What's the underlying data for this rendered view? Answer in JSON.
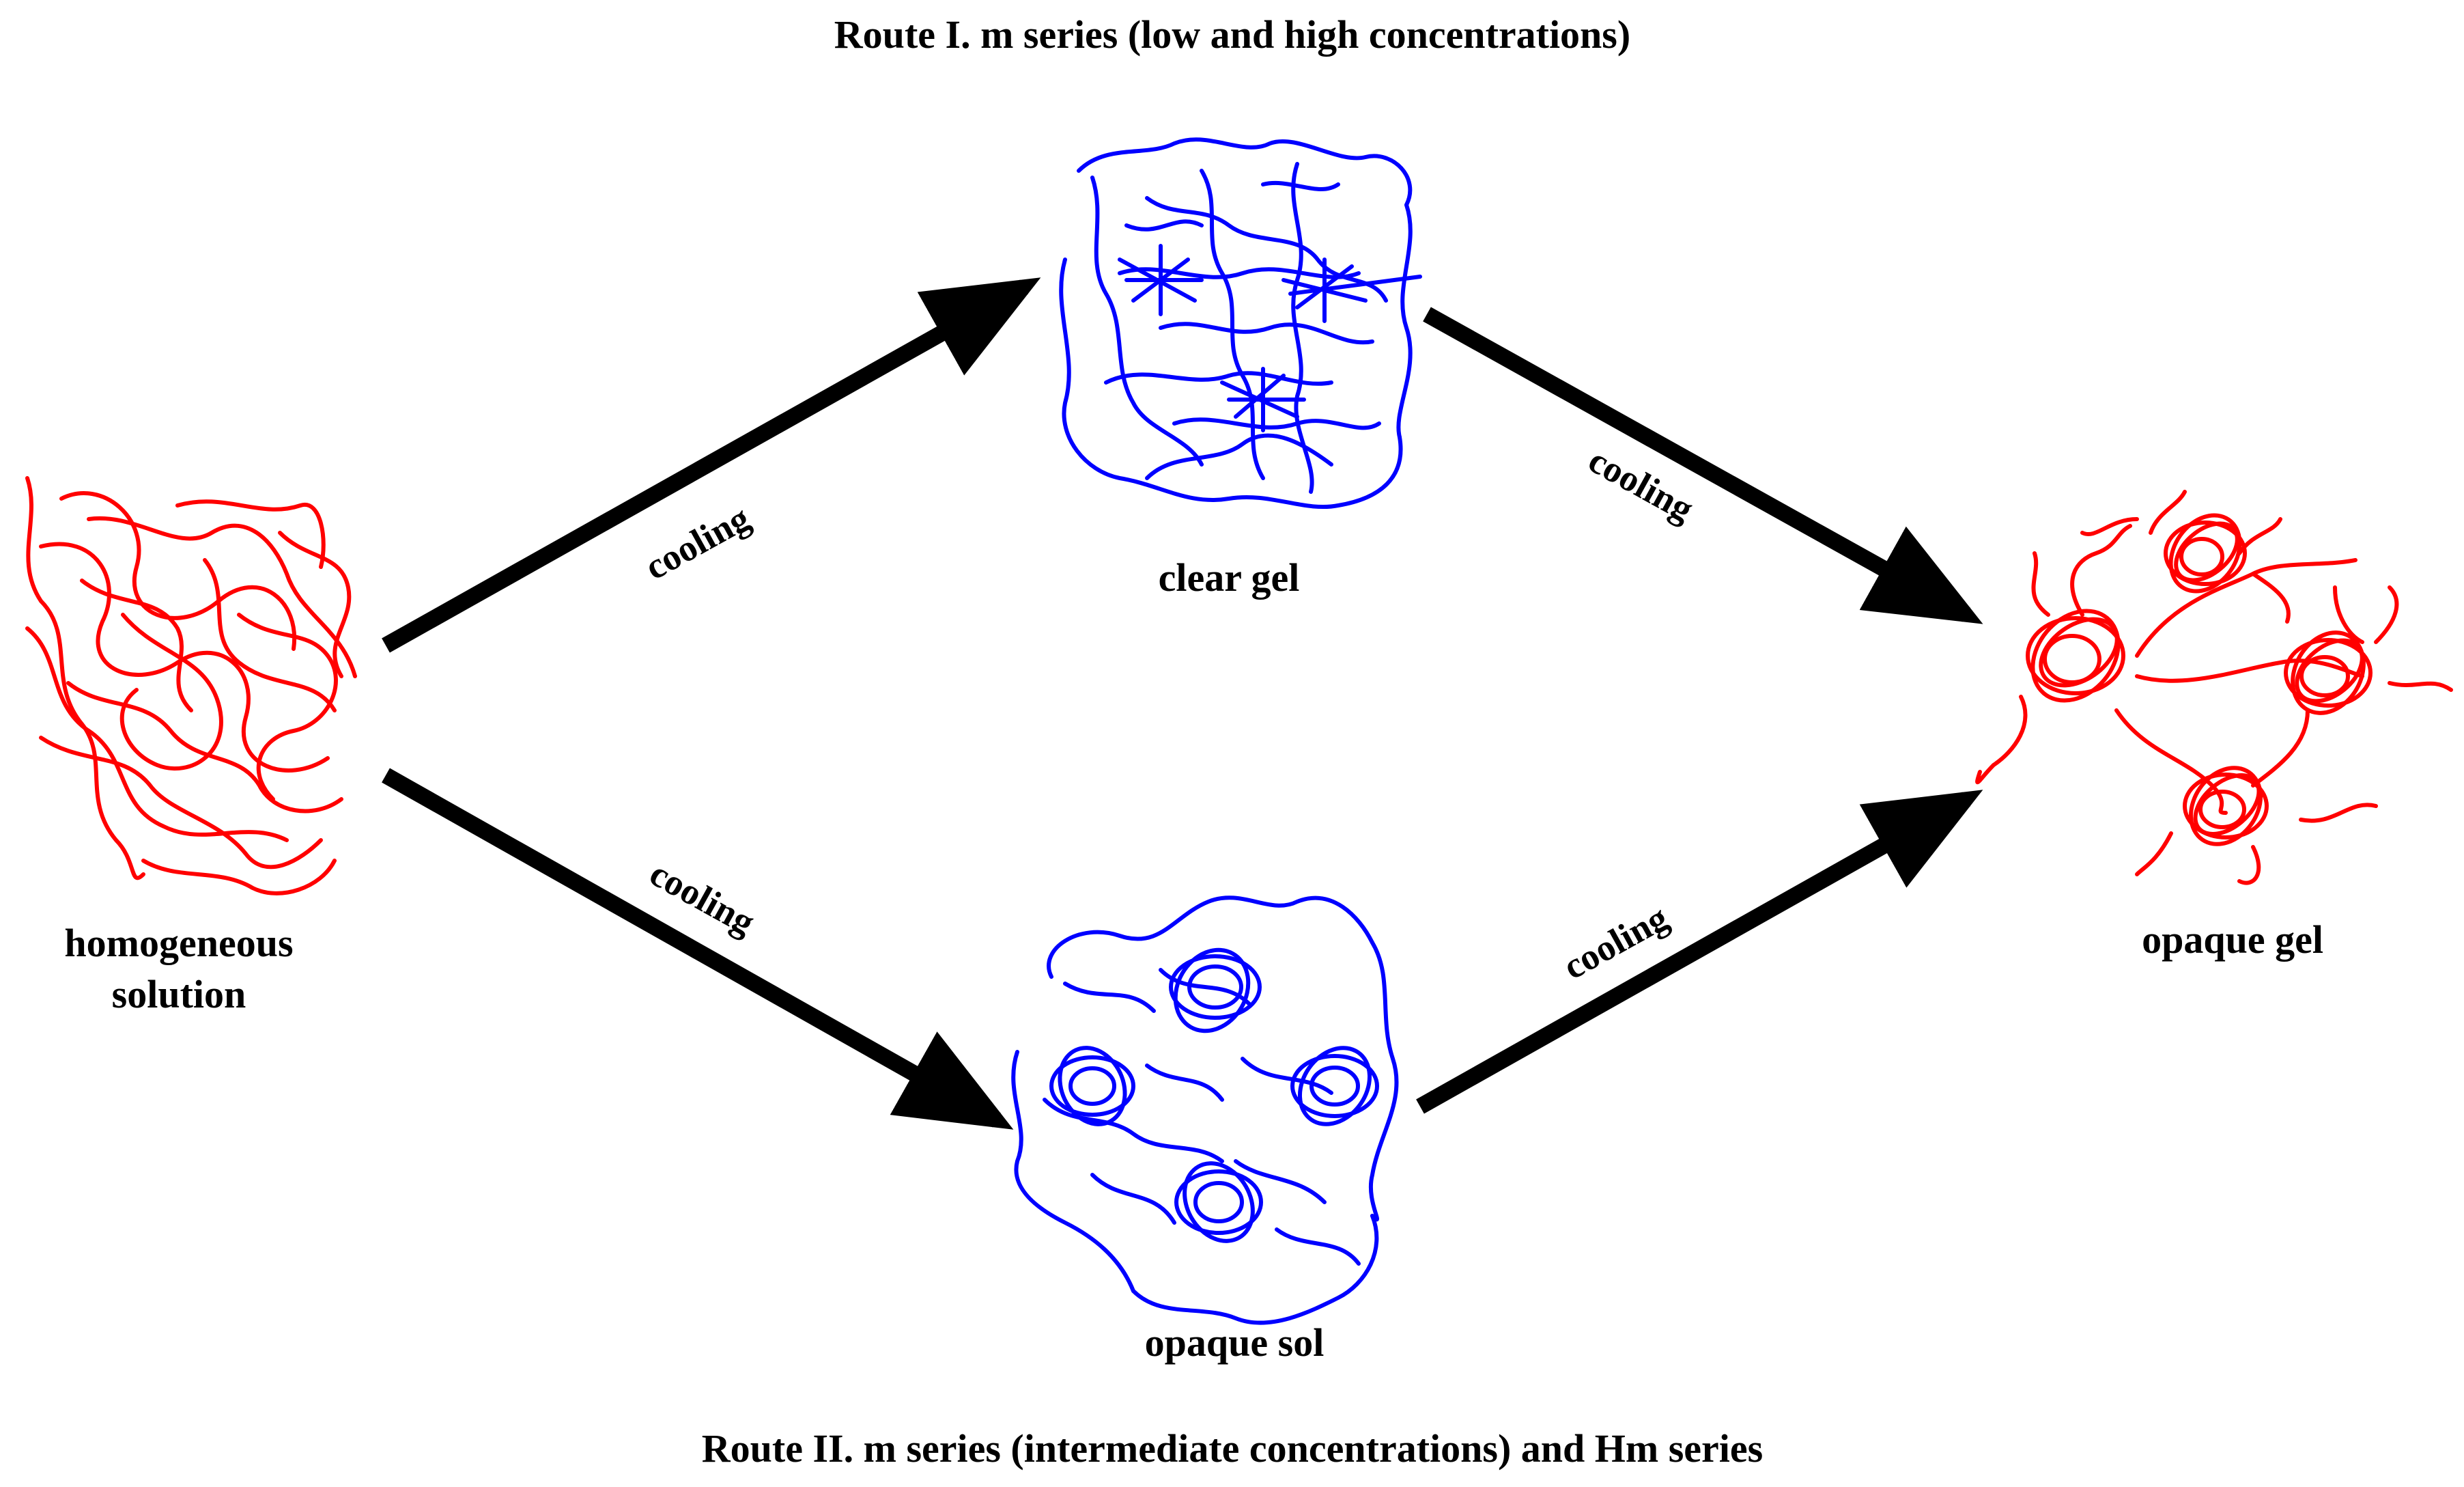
{
  "title_top": "Route I. m series (low and high concentrations)",
  "title_bottom": "Route II. m series (intermediate concentrations) and Hm series",
  "nodes": {
    "homogeneous": [
      "homogeneous",
      "solution"
    ],
    "clear_gel": "clear gel",
    "opaque_sol": "opaque sol",
    "opaque_gel": "opaque gel"
  },
  "edges": {
    "top_left": "cooling",
    "top_right": "cooling",
    "bottom_left": "cooling",
    "bottom_right": "cooling"
  },
  "colors": {
    "red_chains": "#ff0000",
    "blue_chains": "#0000ff",
    "arrows": "#000000",
    "text": "#000000",
    "background": "#ffffff"
  }
}
